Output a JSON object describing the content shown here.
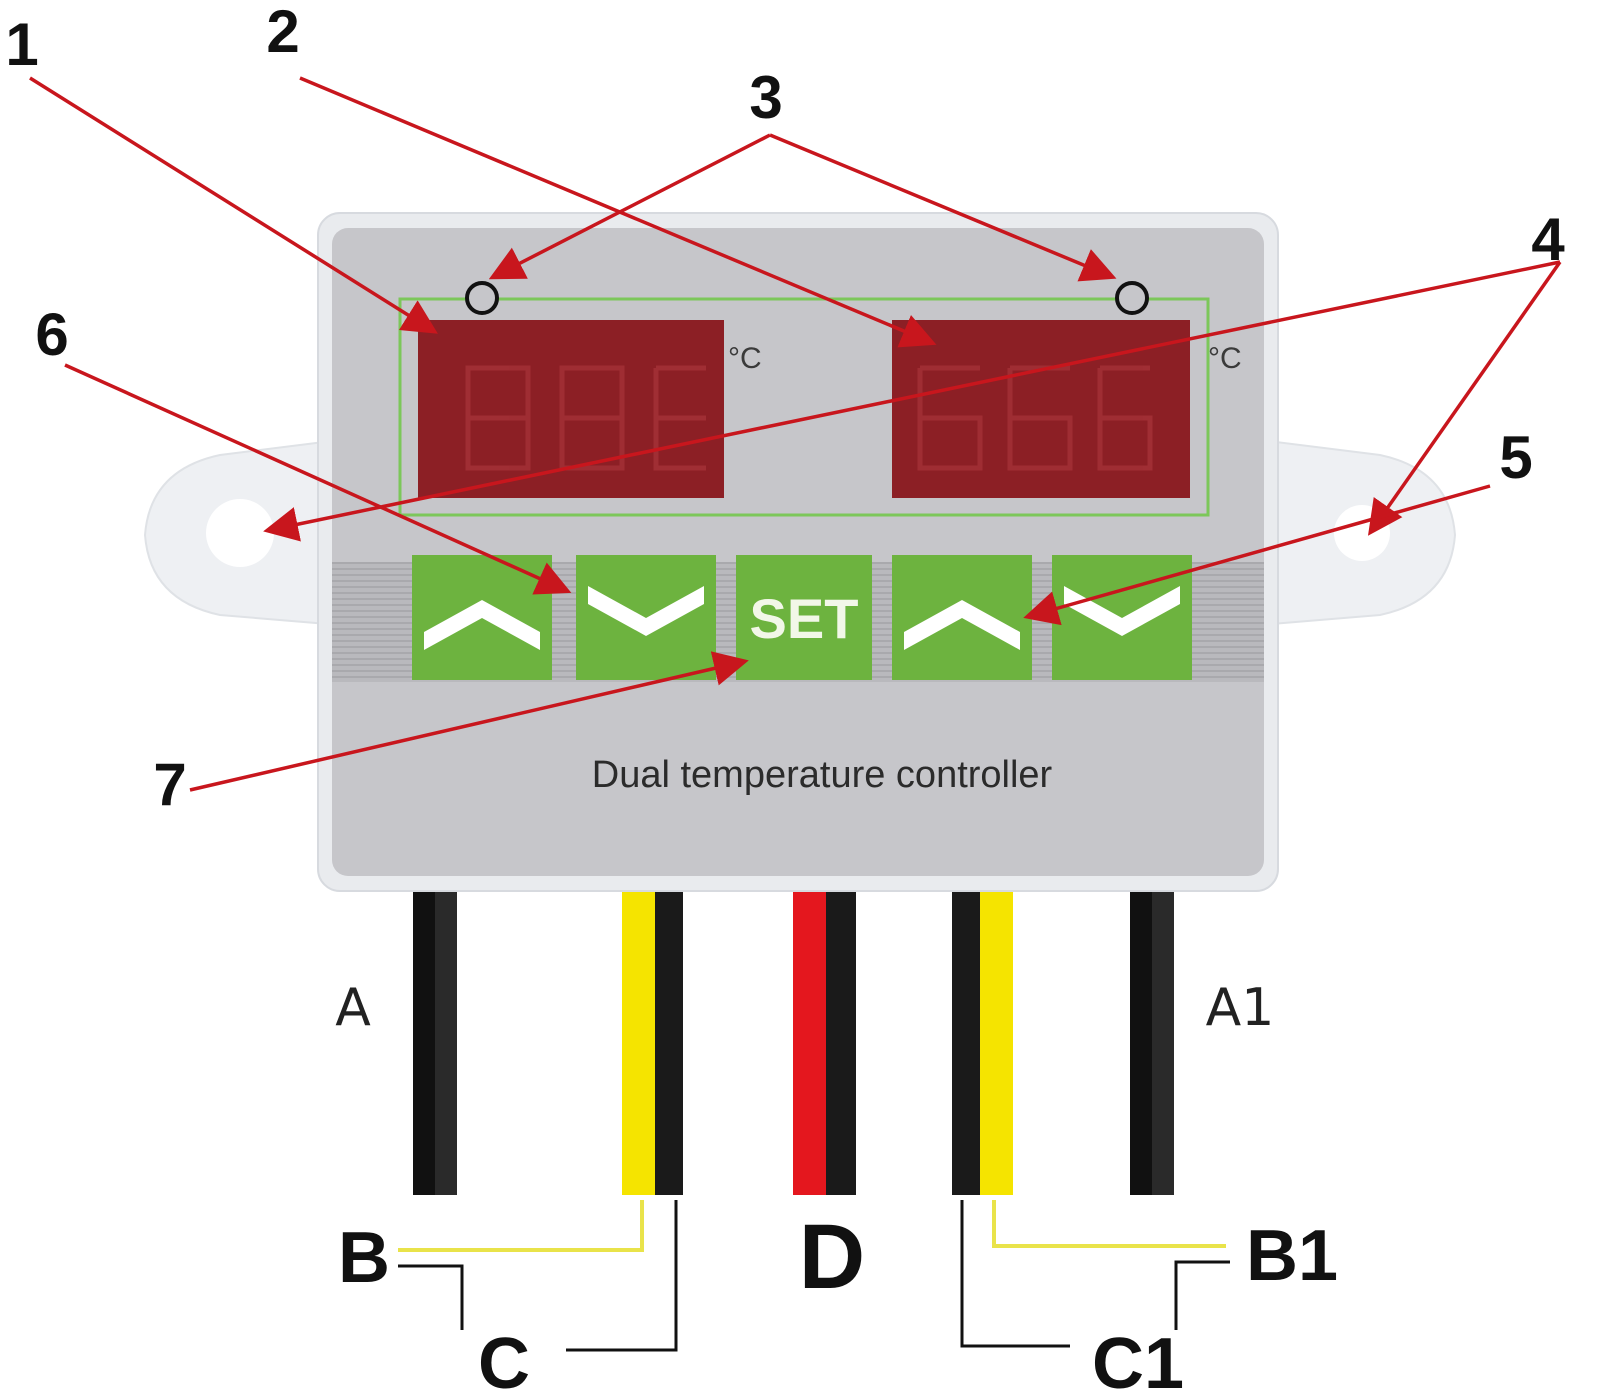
{
  "device": {
    "title": "Dual temperature controller",
    "unit_left": "°C",
    "unit_right": "°C",
    "set_label": "SET"
  },
  "callouts": [
    "1",
    "2",
    "3",
    "4",
    "5",
    "6",
    "7"
  ],
  "wires": {
    "A": "A",
    "A1": "A1",
    "B": "B",
    "B1": "B1",
    "C": "C",
    "C1": "C1",
    "D": "D"
  },
  "colors": {
    "arrow": "#c8161d",
    "button": "#6db33f",
    "display": "#8c1f25",
    "housing": "#c8c8cc",
    "wire_yellow": "#f5e400",
    "wire_red": "#e4171e",
    "wire_black": "#1a1a1a"
  }
}
